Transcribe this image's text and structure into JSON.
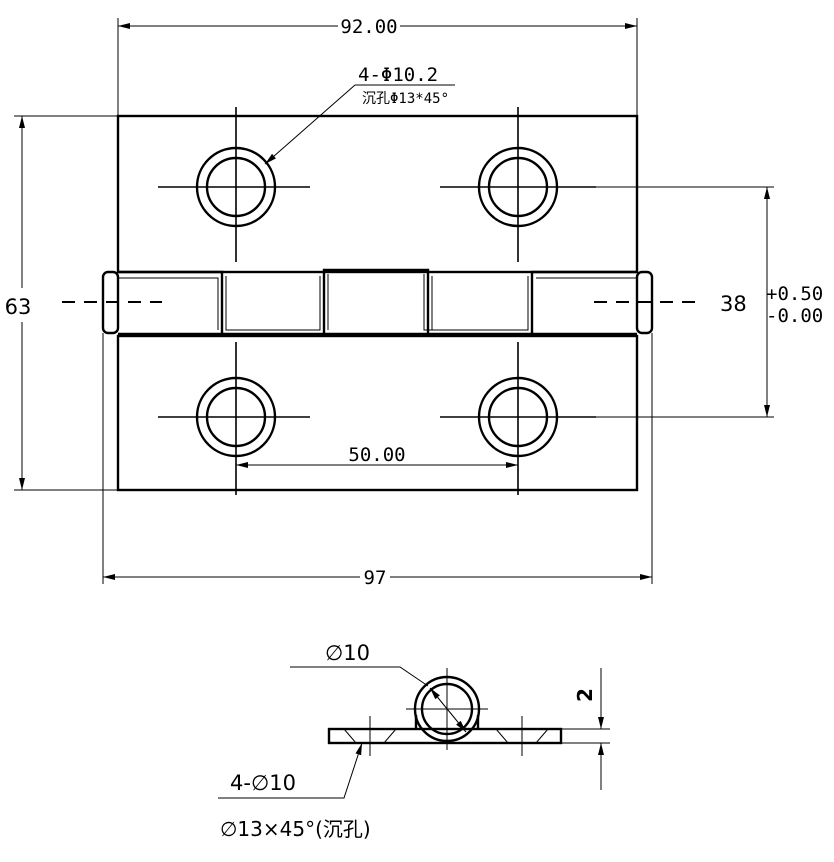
{
  "top_view": {
    "dim_overall_width": "92.00",
    "dim_height": "63",
    "dim_hole_spacing": "50.00",
    "dim_pin_length": "97",
    "dim_knuckle_width": "38",
    "tol_upper": "+0.50",
    "tol_lower": "-0.00",
    "hole_callout_1": "4-Φ10.2",
    "hole_callout_2": "沉孔Φ13*45°"
  },
  "side_view": {
    "dim_knuckle_diameter": "∅10",
    "dim_thickness": "2",
    "hole_callout_1": "4-∅10",
    "hole_callout_2": "∅13×45°(沉孔)"
  }
}
